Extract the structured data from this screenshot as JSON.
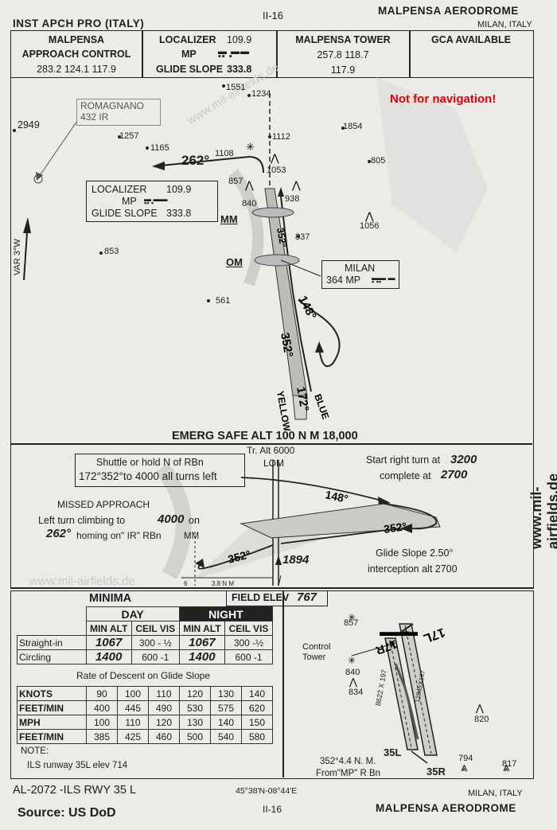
{
  "header": {
    "left_title": "INST APCH PRO (ITALY)",
    "page_no": "II-16",
    "aerodrome": "MALPENSA AERODROME",
    "location": "MILAN, ITALY"
  },
  "freq_row": {
    "approach_name1": "MALPENSA",
    "approach_name2": "APPROACH CONTROL",
    "approach_freqs": "283.2   124.1 117.9",
    "loc_label": "LOCALIZER",
    "loc_freq": "109.9",
    "mp_label": "MP",
    "gs_label": "GLIDE SLOPE",
    "gs_freq": "333.8",
    "tower_name": "MALPENSA TOWER",
    "tower_freqs1": "257.8    118.7",
    "tower_freqs2": "117.9",
    "gca": "GCA AVAILABLE"
  },
  "plan": {
    "not_nav": "Not for navigation!",
    "watermark1": "www.mil-airfields.de",
    "watermark_side": "www.mil-airfields.de",
    "romagnano_name": "ROMAGNANO",
    "romagnano_freq": "432   IR",
    "elev_2949": "2949",
    "elev_1257": "1257",
    "elev_1165": "1165",
    "elev_1551": "1551",
    "elev_1234": "1234",
    "elev_1112": "1112",
    "elev_1108": "1108",
    "elev_1053": "1053",
    "elev_857": "857",
    "elev_840": "840",
    "elev_938": "938",
    "elev_1854": "1854",
    "elev_805": "805",
    "elev_1056": "1056",
    "elev_837": "837",
    "elev_853": "853",
    "elev_561": "561",
    "hdg_262": "262°",
    "hdg_352a": "352°",
    "hdg_148": "148°",
    "hdg_352b": "352°",
    "hdg_172": "172°",
    "loc_box_loc": "LOCALIZER",
    "loc_box_loc_freq": "109.9",
    "loc_box_mp": "MP",
    "loc_box_gs": "GLIDE SLOPE",
    "loc_box_gs_freq": "333.8",
    "mm": "MM",
    "om": "OM",
    "milan_name": "MILAN",
    "milan_freq": "364 MP",
    "var": "VAR 3°W",
    "yellow": "YELLOW",
    "blue": "BLUE"
  },
  "profile": {
    "emerg": "EMERG SAFE ALT 100 N M 18,000",
    "tr_alt": "Tr. Alt 6000",
    "lom": "LOM",
    "shuttle1": "Shuttle or hold  N of RBn",
    "shuttle2": "172°352°to 4000 all turns left",
    "start_turn1": "Start right turn at",
    "start_turn_alt": "3200",
    "start_turn2": "complete at",
    "complete_alt": "2700",
    "missed_title": "MISSED APPROACH",
    "missed1": "Left turn climbing to",
    "missed_alt": "4000",
    "missed_on": "on",
    "missed2_hdg": "262°",
    "missed2": "homing on\" IR\" RBn",
    "mm": "MM",
    "hdg_148": "148°",
    "hdg_352a": "352°",
    "hdg_352b": "352°",
    "alt_1894": "1894",
    "gs_text": "Glide Slope 2.50°",
    "gs_int": "interception alt 2700",
    "dist": "3.8 N M",
    "dist6": "6",
    "watermark": "www.mil-airfields.de"
  },
  "minima": {
    "title": "MINIMA",
    "field_elev_label": "FIELD ELEV",
    "field_elev": "767",
    "day": "DAY",
    "night": "NIGHT",
    "col_min_alt": "MIN ALT",
    "col_ceil_vis": "CEIL VIS",
    "rows": [
      {
        "label": "Straight-in",
        "day_alt": "1067",
        "day_cv": "300 - ½",
        "night_alt": "1067",
        "night_cv": "300 -½"
      },
      {
        "label": "Circling",
        "day_alt": "1400",
        "day_cv": "600 -1",
        "night_alt": "1400",
        "night_cv": "600 -1"
      }
    ],
    "rod_title": "Rate of Descent on Glide Slope",
    "knots_label": "KNOTS",
    "knots": [
      "90",
      "100",
      "110",
      "120",
      "130",
      "140"
    ],
    "fpm_label": "FEET/MIN",
    "fpm_knots": [
      "400",
      "445",
      "490",
      "530",
      "575",
      "620"
    ],
    "mph_label": "MPH",
    "mph": [
      "100",
      "110",
      "120",
      "130",
      "140",
      "150"
    ],
    "fpm_mph": [
      "385",
      "425",
      "460",
      "500",
      "540",
      "580"
    ],
    "note_title": "NOTE:",
    "note": "ILS runway 35L elev 714"
  },
  "airport": {
    "elev_857": "857",
    "elev_840": "840",
    "elev_834": "834",
    "elev_820": "820",
    "elev_794": "794",
    "elev_817": "817",
    "control_tower": "Control\nTower",
    "rwy_35l": "35L",
    "rwy_35r": "35R",
    "rwy_17r": "17R",
    "rwy_17l": "17L",
    "dims1": "8622 X 197",
    "dims2": "12845X197",
    "fix1": "352°4.4 N. M.",
    "fix2": "From\"MP\" R Bn"
  },
  "footer": {
    "chart_id": "AL-2072 -ILS RWY 35 L",
    "coords": "45°38'N-08°44'E",
    "page_no": "II-16",
    "location": "MILAN, ITALY",
    "aerodrome": "MALPENSA AERODROME",
    "source": "Source: US DoD"
  }
}
